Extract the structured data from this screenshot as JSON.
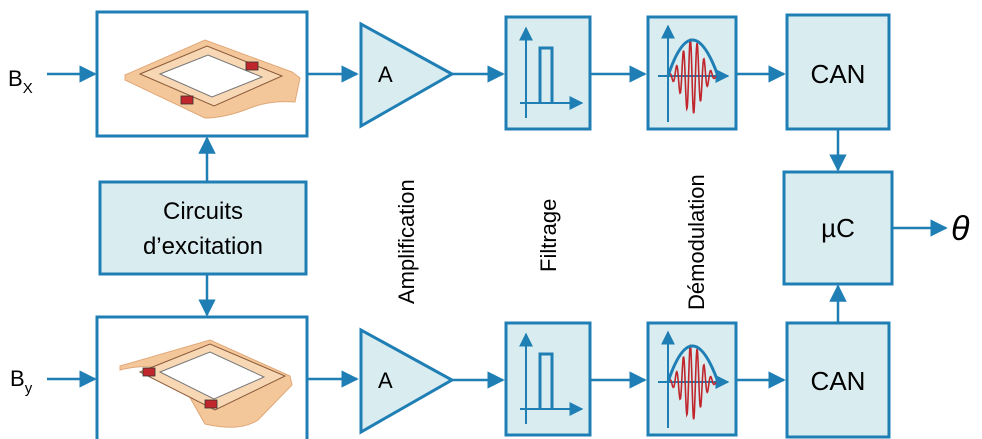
{
  "inputs": {
    "top": {
      "base": "B",
      "sub": "X"
    },
    "bottom": {
      "base": "B",
      "sub": "y"
    }
  },
  "excitation": {
    "line1": "Circuits",
    "line2": "d’excitation"
  },
  "amplifier": {
    "label": "A"
  },
  "stages": {
    "amplification": "Amplification",
    "filtering": "Filtrage",
    "demodulation": "Démodulation"
  },
  "adc": {
    "label": "CAN"
  },
  "mcu": {
    "label": "µC"
  },
  "output": {
    "label": "θ"
  },
  "colors": {
    "stroke": "#1f7fb5",
    "block_fill": "#d9ecef",
    "sensor_core": "#f4c79a",
    "signal_red": "#c0262c",
    "signal_envelope": "#1f7fb5"
  }
}
